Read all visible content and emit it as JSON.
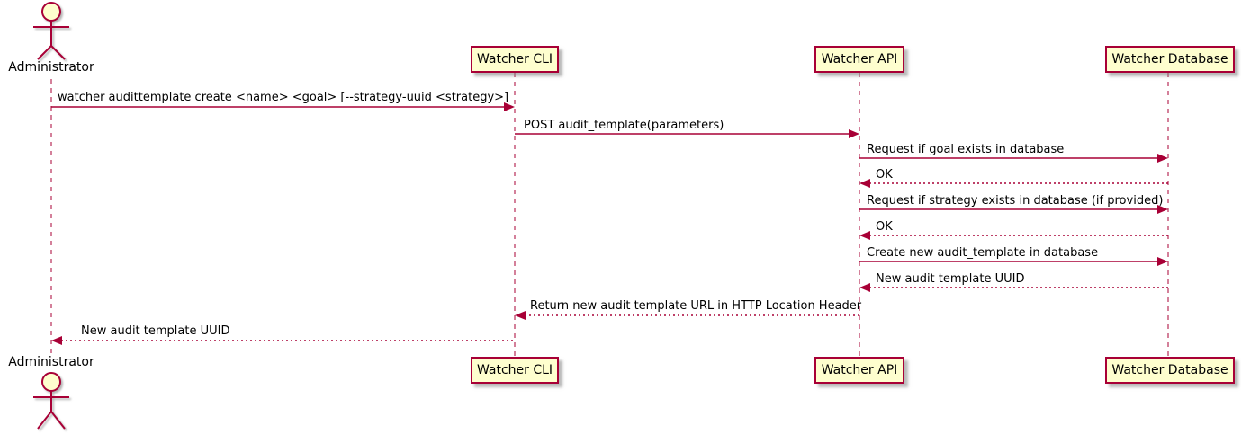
{
  "diagram": {
    "type": "uml-sequence-diagram",
    "style": "plantuml-default",
    "colors": {
      "line": "#A80036",
      "participant_fill": "#FEFECE",
      "text": "#000000",
      "background": "#FFFFFF"
    }
  },
  "actor": {
    "name": "Administrator"
  },
  "participants": [
    {
      "name": "Watcher CLI"
    },
    {
      "name": "Watcher API"
    },
    {
      "name": "Watcher Database"
    }
  ],
  "messages": [
    {
      "from": "Administrator",
      "to": "Watcher CLI",
      "style": "solid",
      "text": "watcher audittemplate create <name> <goal> [--strategy-uuid <strategy>]"
    },
    {
      "from": "Watcher CLI",
      "to": "Watcher API",
      "style": "solid",
      "text": "POST audit_template(parameters)"
    },
    {
      "from": "Watcher API",
      "to": "Watcher Database",
      "style": "solid",
      "text": "Request if goal exists in database"
    },
    {
      "from": "Watcher Database",
      "to": "Watcher API",
      "style": "dashed",
      "text": "OK"
    },
    {
      "from": "Watcher API",
      "to": "Watcher Database",
      "style": "solid",
      "text": "Request if strategy exists in database (if provided)"
    },
    {
      "from": "Watcher Database",
      "to": "Watcher API",
      "style": "dashed",
      "text": "OK"
    },
    {
      "from": "Watcher API",
      "to": "Watcher Database",
      "style": "solid",
      "text": "Create new audit_template in database"
    },
    {
      "from": "Watcher Database",
      "to": "Watcher API",
      "style": "dashed",
      "text": "New audit template UUID"
    },
    {
      "from": "Watcher API",
      "to": "Watcher CLI",
      "style": "dashed",
      "text": "Return new audit template URL in HTTP Location Header"
    },
    {
      "from": "Watcher CLI",
      "to": "Administrator",
      "style": "dashed",
      "text": "New audit template UUID"
    }
  ]
}
